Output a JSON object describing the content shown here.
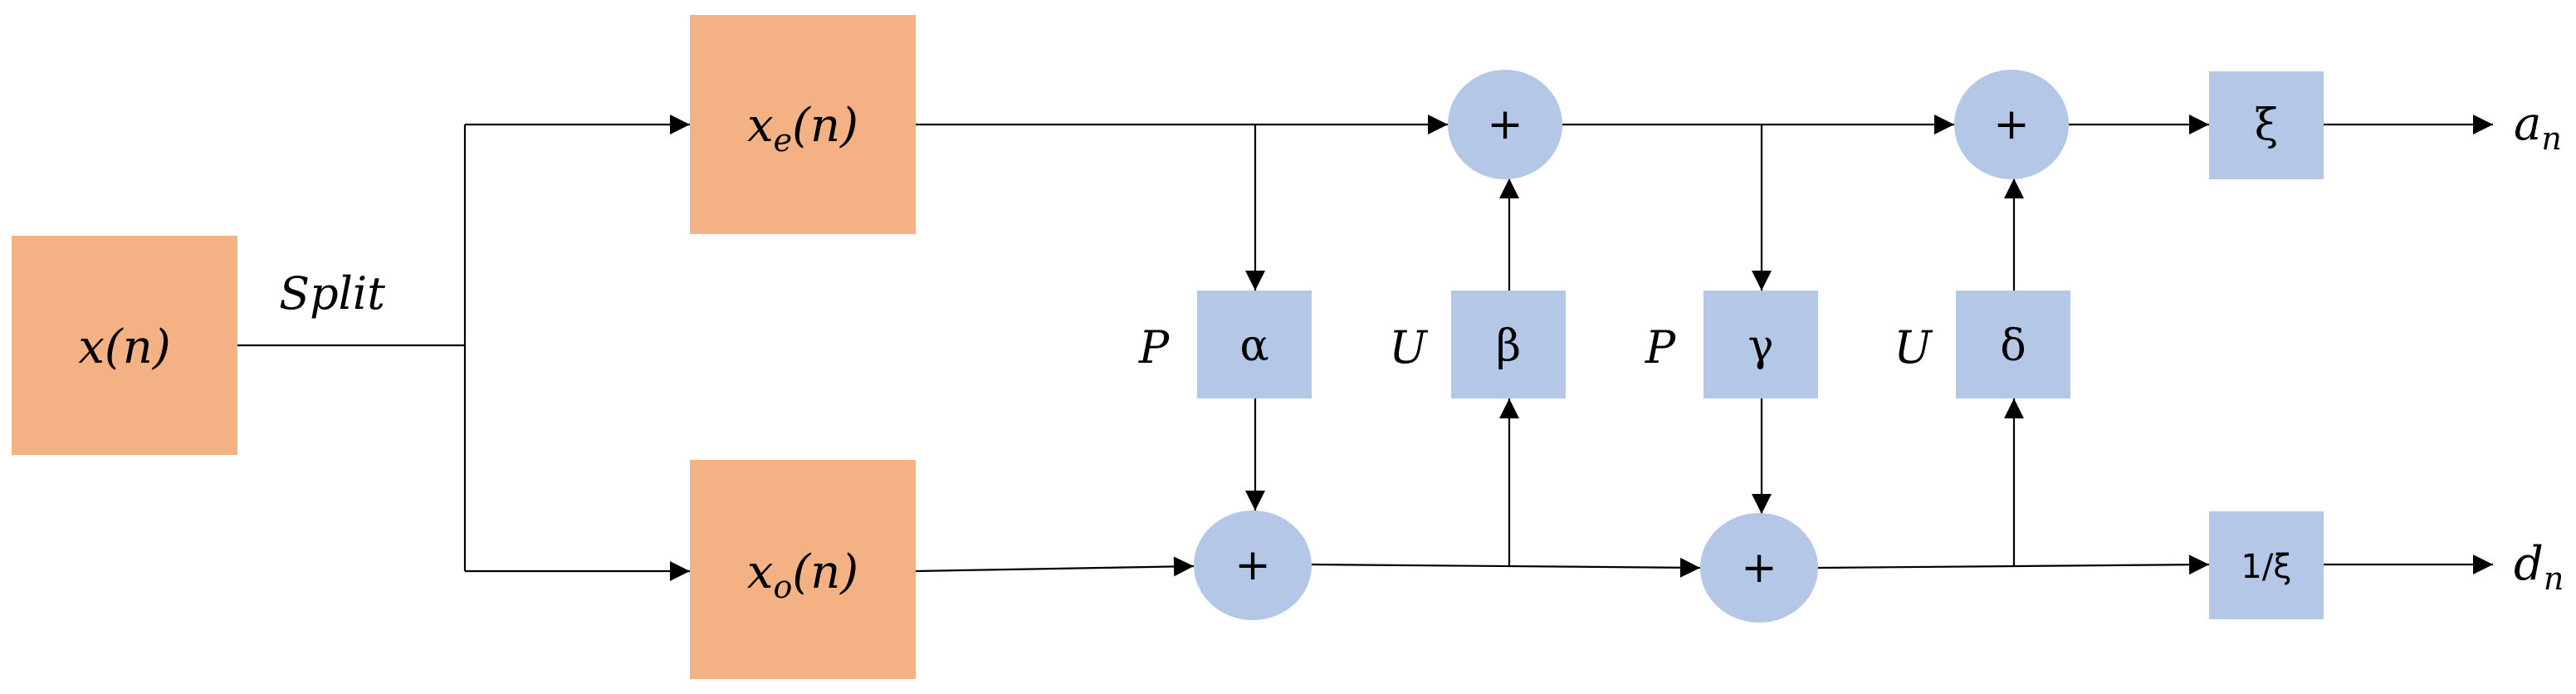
{
  "colors": {
    "signal_block": "#F4B183",
    "op_block": "#B4C7E7",
    "wire": "#000000"
  },
  "blocks": {
    "input": {
      "base": "x",
      "arg": "(n)"
    },
    "even": {
      "base": "x",
      "sub": "e",
      "arg": "(n)"
    },
    "odd": {
      "base": "x",
      "sub": "o",
      "arg": "(n)"
    }
  },
  "split_label": "Split",
  "steps": {
    "alpha": {
      "symbol": "α",
      "label": "P"
    },
    "beta": {
      "symbol": "β",
      "label": "U"
    },
    "gamma": {
      "symbol": "γ",
      "label": "P"
    },
    "delta": {
      "symbol": "δ",
      "label": "U"
    }
  },
  "scaling": {
    "top": "ξ",
    "bottom": "1/ξ"
  },
  "adder_symbol": "+",
  "outputs": {
    "approx": {
      "base": "a",
      "sub": "n"
    },
    "detail": {
      "base": "d",
      "sub": "n"
    }
  }
}
